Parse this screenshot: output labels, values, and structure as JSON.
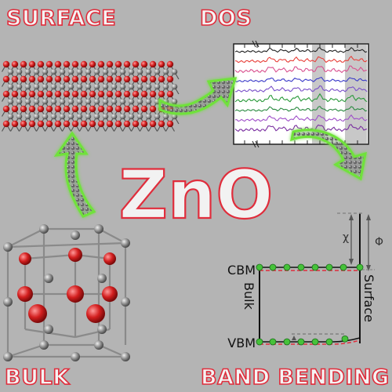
{
  "corner_labels": {
    "surface": "SURFACE",
    "dos": "DOS",
    "bulk": "BULK",
    "band_bending": "BAND BENDING"
  },
  "center_title": "ZnO",
  "band_diagram": {
    "cbm": "CBM",
    "vbm": "VBM",
    "bulk": "Bulk",
    "surface": "Surface",
    "chi": "χ",
    "phi": "Φ"
  },
  "colors": {
    "label_red": "#e02d3c",
    "arrow_glow": "#6fe23a",
    "zn_atom": "#8a8a8a",
    "o_atom": "#d31f1f",
    "background": "#b4b4b4",
    "dos_series": [
      "#222222",
      "#e8403a",
      "#d9508f",
      "#3a3ac9",
      "#7a50c9",
      "#2a9a3a",
      "#2a8a40",
      "#a050c9",
      "#7a2ea0"
    ]
  },
  "icons": [
    "curved-arrow-icon",
    "zn-atom-icon",
    "o-atom-icon"
  ]
}
